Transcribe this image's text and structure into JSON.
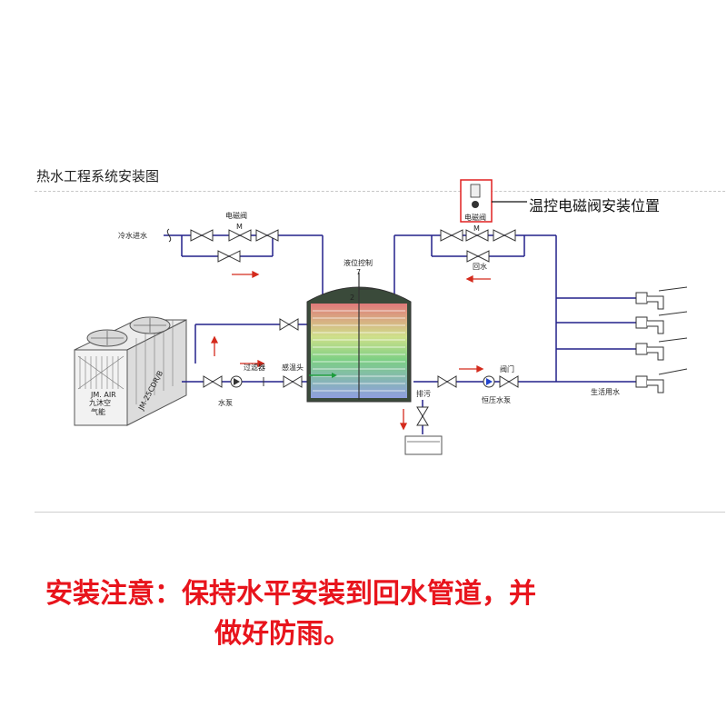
{
  "header": {
    "title": "热水工程系统安装图"
  },
  "labels": {
    "cold_inlet": "冷水进水",
    "solenoid_valve": "电磁阀",
    "solenoid_valve_box": "电磁阀",
    "valve_m1": "M",
    "valve_m2": "M",
    "level_control": "液位控制",
    "level_mark_7": "7",
    "level_mark_2": "2",
    "return_water": "回水",
    "filter": "过滤器",
    "temp_sensor": "感温头",
    "water_pump": "水泵",
    "drain": "排污",
    "valve": "阀门",
    "const_pressure_pump": "恒压水泵",
    "domestic_water": "生活用水",
    "unit_brand": "JM. AIR",
    "unit_name_line1": "九沐空",
    "unit_name_line2": "气能",
    "unit_model": "JM-25CDR/B"
  },
  "callout": {
    "text": "温控电磁阀安装位置"
  },
  "notice": {
    "line1": "安装注意：保持水平安装到回水管道，并",
    "line2": "做好防雨。"
  },
  "colors": {
    "pipe": "#22208a",
    "arrow": "#d42a1c",
    "notice": "#e8141c",
    "callout_box": "#e02020"
  }
}
